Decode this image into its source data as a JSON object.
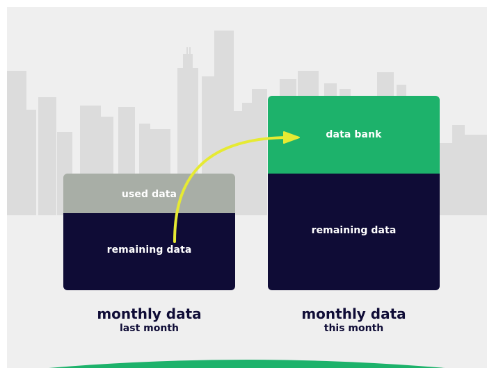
{
  "colors": {
    "background": "#efefef",
    "skyline": "#dcdcdc",
    "used": "#a8aea6",
    "remaining": "#0f0c36",
    "bank": "#1db26b",
    "arrow": "#e6ea33",
    "caption": "#0f0c36",
    "hill": "#1db26b"
  },
  "last_month": {
    "used_label": "used data",
    "remaining_label": "remaining data",
    "caption_title": "monthly data",
    "caption_sub": "last month"
  },
  "this_month": {
    "bank_label": "data bank",
    "remaining_label": "remaining data",
    "caption_title": "monthly data",
    "caption_sub": "this month"
  }
}
